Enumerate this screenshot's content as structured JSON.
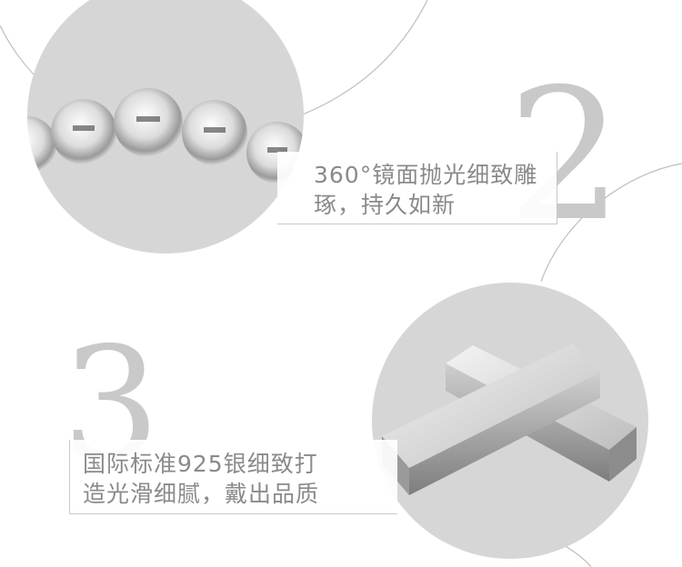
{
  "features": [
    {
      "numeral": "2",
      "caption_line1": "360°镜面抛光细致雕",
      "caption_line2": "琢，持久如新",
      "image": "silver-beads"
    },
    {
      "numeral": "3",
      "caption_line1": "国际标准925银细致打",
      "caption_line2": "造光滑细腻，戴出品质",
      "image": "silver-bars"
    }
  ],
  "colors": {
    "circle_bg": "#d6d6d6",
    "numeral": "#c9c9c9",
    "text": "#8a8a8a",
    "line": "#c8c8c8"
  }
}
